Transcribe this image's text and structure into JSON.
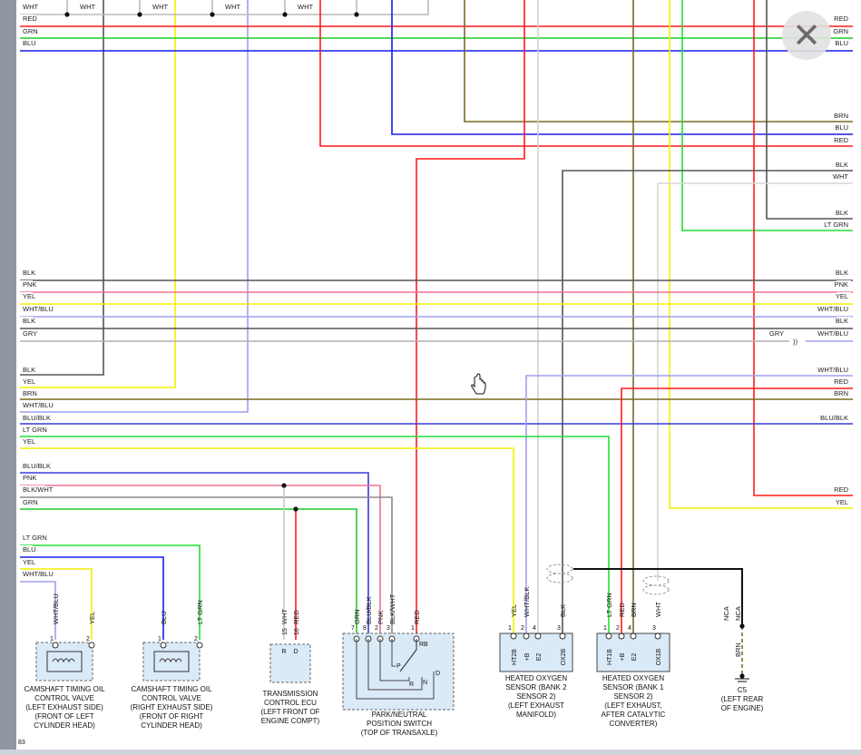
{
  "page_number": "83",
  "close_glyph": "✕",
  "colors": {
    "RED": "#ff1a1a",
    "GRN": "#1fcc2a",
    "LT GRN": "#22dd33",
    "BLU": "#1a1aee",
    "BLK": "#555555",
    "PNK": "#f07090",
    "YEL": "#f2f200",
    "WHT/BLU": "#9f9ff0",
    "GRY": "#b0b0b0",
    "BRN": "#7a6a20",
    "BLU/BLK": "#3a3ae0",
    "BLK/WHT": "#888888",
    "WHT": "#c8c8c8"
  },
  "left_labels": [
    "WHT",
    "RED",
    "GRN",
    "BLU",
    "BLK",
    "PNK",
    "YEL",
    "WHT/BLU",
    "BLK",
    "GRY",
    "BLK",
    "YEL",
    "BRN",
    "WHT/BLU",
    "BLU/BLK",
    "LT GRN",
    "YEL",
    "BLU/BLK",
    "PNK",
    "BLK/WHT",
    "GRN",
    "LT GRN",
    "BLU",
    "YEL",
    "WHT/BLU"
  ],
  "top_wht_labels": [
    "WHT",
    "WHT",
    "WHT",
    "WHT"
  ],
  "right_labels": [
    "RED",
    "GRN",
    "BLU",
    "BRN",
    "BLU",
    "RED",
    "BLK",
    "WHT",
    "BLK",
    "LT GRN",
    "BLK",
    "PNK",
    "YEL",
    "WHT/BLU",
    "BLK",
    "WHT/BLU",
    "WHT/BLU",
    "RED",
    "BRN",
    "BLU/BLK",
    "RED",
    "YEL"
  ],
  "gry_mid_label": "GRY",
  "splice_symbol": "))",
  "components": [
    {
      "caption": [
        "CAMSHAFT TIMING OIL",
        "CONTROL VALVE",
        "(LEFT EXHAUST SIDE)",
        "(FRONT OF LEFT",
        "CYLINDER HEAD)"
      ],
      "pins": [
        "1",
        "2"
      ],
      "wires": [
        "WHT/BLU",
        "YEL"
      ]
    },
    {
      "caption": [
        "CAMSHAFT TIMING OIL",
        "CONTROL VALVE",
        "(RIGHT EXHAUST SIDE)",
        "(FRONT OF RIGHT",
        "CYLINDER HEAD)"
      ],
      "pins": [
        "1",
        "2"
      ],
      "wires": [
        "BLU",
        "LT GRN"
      ]
    },
    {
      "caption": [
        "TRANSMISSION",
        "CONTROL ECU",
        "(LEFT FRONT OF",
        "ENGINE COMPT)"
      ],
      "pins": [
        "15",
        "16"
      ],
      "wires": [
        "WHT",
        "RED"
      ],
      "terms": [
        "R",
        "D"
      ]
    },
    {
      "caption": [
        "PARK/NEUTRAL",
        "POSITION SWITCH",
        "(TOP OF TRANSAXLE)"
      ],
      "pins": [
        "7",
        "8",
        "2",
        "3",
        "1"
      ],
      "wires": [
        "GRN",
        "BLU/BLK",
        "PNK",
        "BLK/WHT",
        "RED"
      ],
      "terms": [
        "RB",
        "P",
        "R",
        "N",
        "D"
      ]
    },
    {
      "caption": [
        "HEATED OXYGEN",
        "SENSOR (BANK 2",
        "SENSOR 2)",
        "(LEFT EXHAUST",
        "MANIFOLD)"
      ],
      "pins": [
        "1",
        "2",
        "4",
        "3"
      ],
      "wires": [
        "YEL",
        "WHT/BLK",
        "",
        "BLK"
      ],
      "terms": [
        "HT2B",
        "+B",
        "E2",
        "OX2B"
      ]
    },
    {
      "caption": [
        "HEATED OXYGEN",
        "SENSOR (BANK 1",
        "SENSOR 2)",
        "(LEFT EXHAUST,",
        "AFTER CATALYTIC",
        "CONVERTER)"
      ],
      "pins": [
        "1",
        "2",
        "4",
        "3"
      ],
      "wires": [
        "LT GRN",
        "RED",
        "BRN",
        "WHT"
      ],
      "terms": [
        "HT1B",
        "+B",
        "E2",
        "OX1B"
      ]
    },
    {
      "caption": [
        "C5",
        "(LEFT REAR",
        "OF ENGINE)"
      ],
      "wires": [
        "NCA",
        "NCA",
        "BRN"
      ]
    }
  ]
}
